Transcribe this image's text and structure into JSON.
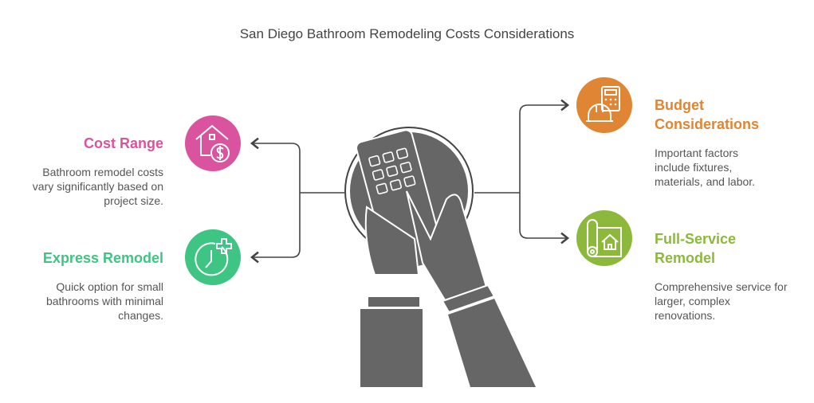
{
  "title": "San Diego Bathroom Remodeling Costs Considerations",
  "items": [
    {
      "heading": "Cost Range",
      "description": "Bathroom remodel costs vary significantly based on project size.",
      "color": "#d9539f",
      "icon": "house-dollar-icon"
    },
    {
      "heading": "Express Remodel",
      "description": "Quick option for small bathrooms with minimal changes.",
      "color": "#3ec483",
      "icon": "clock-plus-icon"
    },
    {
      "heading": "Budget Considerations",
      "description": "Important factors include fixtures, materials, and labor.",
      "color": "#e08533",
      "icon": "calculator-hardhat-icon"
    },
    {
      "heading": "Full-Service Remodel",
      "description": "Comprehensive service for larger, complex renovations.",
      "color": "#8cb93b",
      "icon": "blueprint-house-icon"
    }
  ]
}
